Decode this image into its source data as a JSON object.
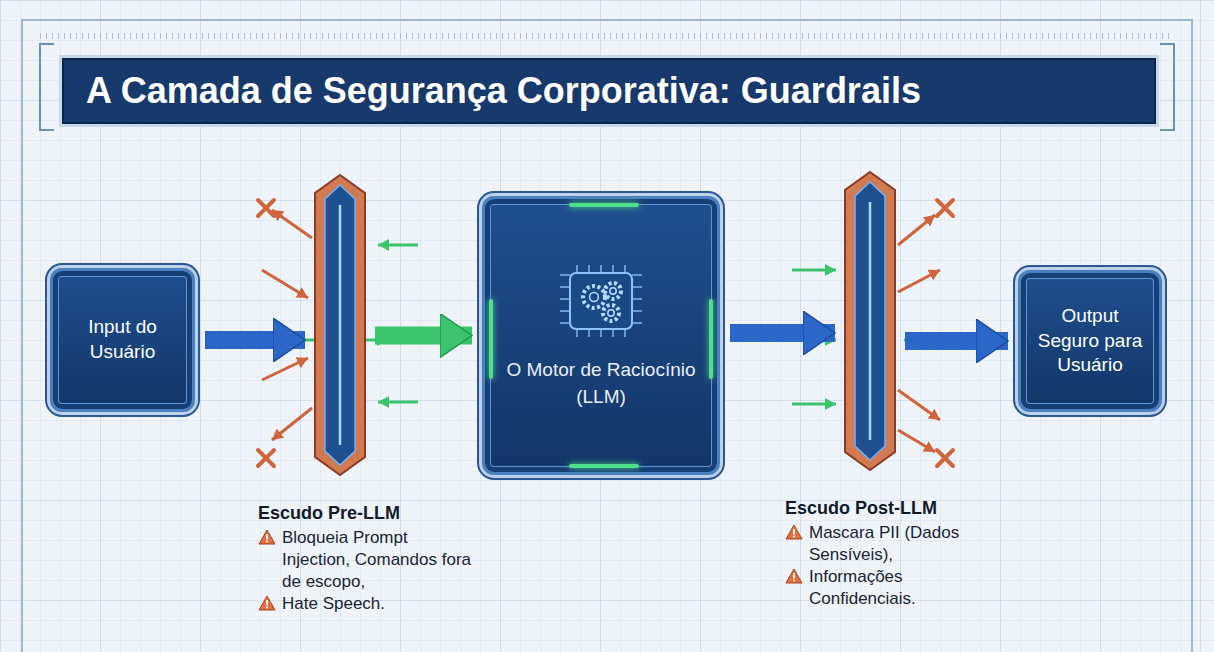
{
  "diagram": {
    "title": "A Camada de Segurança Corporativa: Guardrails",
    "nodes": [
      {
        "text": [
          "Input do Usuário"
        ]
      },
      {
        "text": [
          "Escudo Pre-LLM",
          "Bloqueia Prompt Injection, Comandos fora de escopo,",
          "Hate Speech."
        ]
      },
      {
        "text": [
          "O Motor de Raciocínio (LLM)"
        ]
      },
      {
        "text": [
          "Escudo Post-LLM",
          "Mascara PII (Dados Sensíveis),",
          "Informações Confidenciais."
        ]
      },
      {
        "text": [
          "Output Seguro para Usuário"
        ]
      }
    ],
    "edges": [
      {
        "from": 0,
        "to": 1,
        "arrow": "to"
      },
      {
        "from": 1,
        "to": 2,
        "arrow": "to"
      },
      {
        "from": 2,
        "to": 3,
        "arrow": "to"
      },
      {
        "from": 3,
        "to": 4,
        "arrow": "to"
      }
    ]
  }
}
